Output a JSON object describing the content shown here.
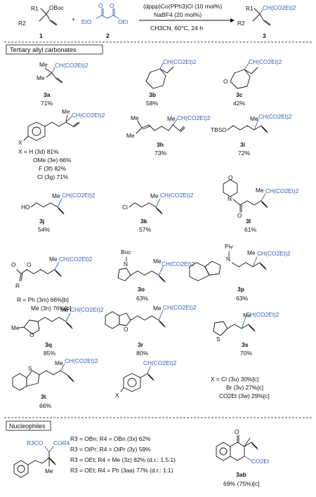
{
  "scheme": {
    "reagent1": {
      "label": "OBoc",
      "number": "1"
    },
    "reagent2": {
      "label_left": "EtO",
      "label_right": "OEt",
      "number": "2"
    },
    "product": {
      "label": "CH(CO2Et)2",
      "number": "3"
    },
    "r1": "R1",
    "r2": "R2",
    "plus": "+",
    "condition_top": "(dppp)Co(PPh3)Cl (10 mol%)",
    "condition_mid": "NaBF4 (20 mol%)",
    "condition_bottom": "CH3CN, 60°C, 24 h"
  },
  "sections": {
    "tertiary": "Tertiary allyl carbonates",
    "nucleophiles": "Nucleophiles"
  },
  "ester_group": "CH(CO2Et)2",
  "compounds": [
    {
      "id": "3a",
      "yield": "71%"
    },
    {
      "id": "3b",
      "yield": "58%"
    },
    {
      "id": "3c",
      "yield": "42%"
    },
    {
      "id": "3h",
      "yield": "73%"
    },
    {
      "id": "3i",
      "yield": "72%"
    },
    {
      "id": "3j",
      "yield": "54%"
    },
    {
      "id": "3k",
      "yield": "57%"
    },
    {
      "id": "3l",
      "yield": "61%"
    },
    {
      "id": "3o",
      "yield": "63%"
    },
    {
      "id": "3p",
      "yield": "63%"
    },
    {
      "id": "3q",
      "yield": "85%"
    },
    {
      "id": "3r",
      "yield": "80%"
    },
    {
      "id": "3s",
      "yield": "70%"
    },
    {
      "id": "3t",
      "yield": "66%"
    },
    {
      "id": "3ab",
      "yield": "69% (75%)[c]"
    }
  ],
  "lists": {
    "def": [
      "X = H (3d) 81%",
      "OMe (3e) 66%",
      "F (3f) 82%",
      "Cl (3g) 71%"
    ],
    "mn": [
      "R = Ph (3m) 66%[b]",
      "Me (3n) 76%[b]"
    ],
    "uvw": [
      "X = Cl (3u) 30%[c]",
      "Br (3v) 27%[c]",
      "CO2Et (3w) 29%[c]"
    ],
    "nuc": [
      "R3 = OBn; R4 = OBn (3x)  62%",
      "R3 = OiPr; R4 = OiPr (3y)  59%",
      "R3 = OEt; R4 = Me (3z)  82% (d.r.: 1.5:1)",
      "R3 = OEt; R4 = Ph (3aa)  77% (d.r.: 1:1)"
    ]
  },
  "atoms": {
    "me": "Me",
    "o": "O",
    "x": "X",
    "tbso": "TBSO",
    "ho": "HO",
    "cl": "Cl",
    "n": "N",
    "r": "R",
    "boc": "Boc",
    "piv": "Piv",
    "s": "S",
    "r3co": "R3CO",
    "cor4": "COR4",
    "co2et": "CO2Et"
  }
}
